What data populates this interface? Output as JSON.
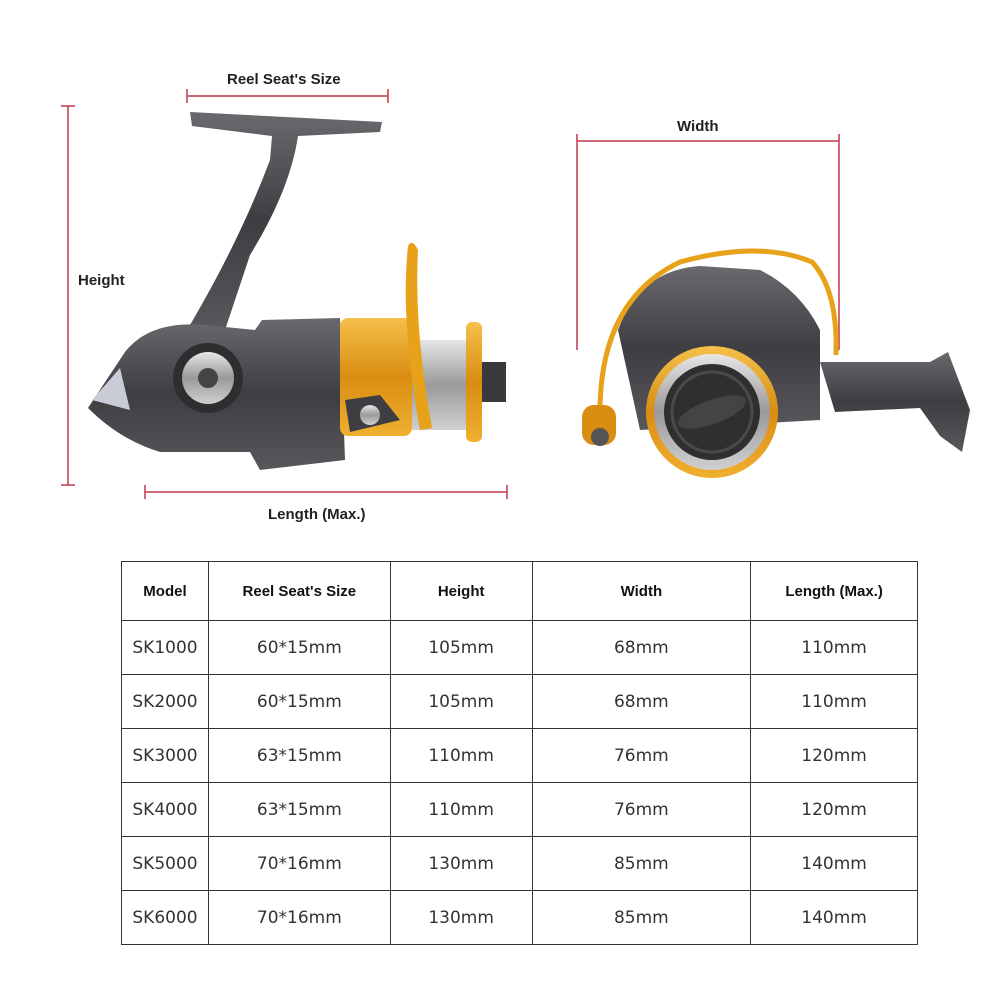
{
  "labels": {
    "reel_seat": "Reel Seat's Size",
    "width": "Width",
    "height": "Height",
    "length": "Length (Max.)"
  },
  "colors": {
    "dimension_line": "#c0394b",
    "reel_body": "#4a4a4d",
    "reel_gold": "#e8a21a"
  },
  "table": {
    "headers": [
      "Model",
      "Reel Seat's Size",
      "Height",
      "Width",
      "Length (Max.)"
    ],
    "rows": [
      [
        "SK1000",
        "60*15mm",
        "105mm",
        "68mm",
        "110mm"
      ],
      [
        "SK2000",
        "60*15mm",
        "105mm",
        "68mm",
        "110mm"
      ],
      [
        "SK3000",
        "63*15mm",
        "110mm",
        "76mm",
        "120mm"
      ],
      [
        "SK4000",
        "63*15mm",
        "110mm",
        "76mm",
        "120mm"
      ],
      [
        "SK5000",
        "70*16mm",
        "130mm",
        "85mm",
        "140mm"
      ],
      [
        "SK6000",
        "70*16mm",
        "130mm",
        "85mm",
        "140mm"
      ]
    ]
  }
}
